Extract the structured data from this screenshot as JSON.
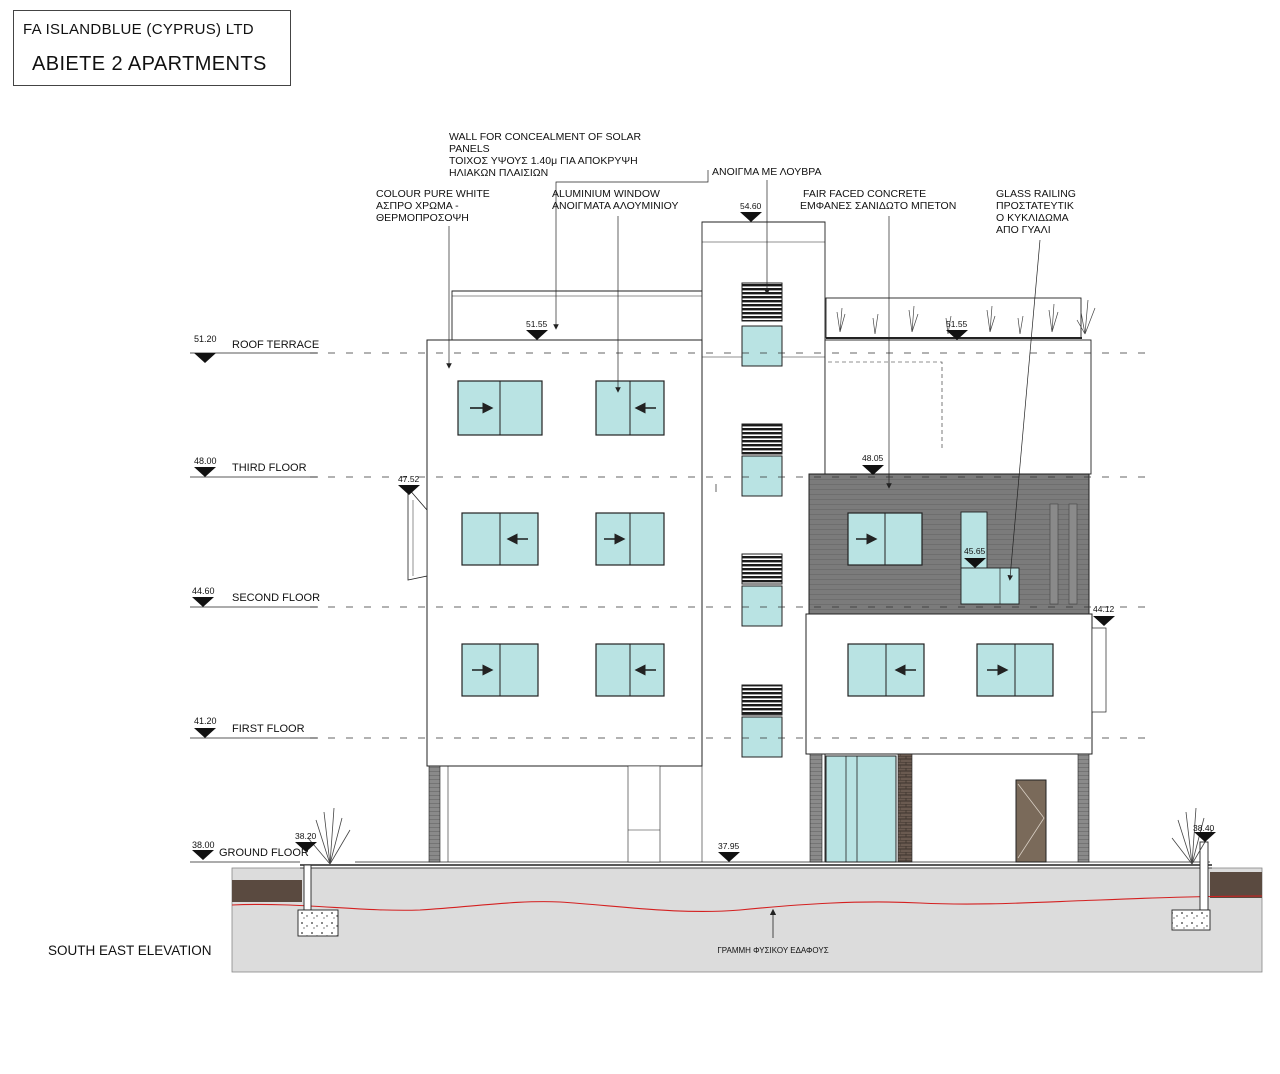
{
  "title_block": {
    "company": "FA ISLANDBLUE (CYPRUS) LTD",
    "project": "ABIETE 2 APARTMENTS"
  },
  "drawing_title": "SOUTH EAST ELEVATION",
  "levels": [
    {
      "key": "roof",
      "value": "51.20",
      "label": "ROOF TERRACE"
    },
    {
      "key": "third",
      "value": "48.00",
      "label": "THIRD FLOOR"
    },
    {
      "key": "second",
      "value": "44.60",
      "label": "SECOND FLOOR"
    },
    {
      "key": "first",
      "value": "41.20",
      "label": "FIRST FLOOR"
    },
    {
      "key": "ground",
      "value": "38.00",
      "label": "GROUND FLOOR"
    }
  ],
  "spot_levels": {
    "top": "54.60",
    "roof_left": "51.55",
    "roof_right": "51.55",
    "balcony_left": "47.52",
    "block_right": "48.05",
    "balcony_right": "45.65",
    "right_step": "44.12",
    "entrance": "37.95",
    "left_planter": "38.20",
    "right_planter": "38.40"
  },
  "annotations": {
    "solar_wall": [
      "WALL FOR CONCEALMENT OF SOLAR",
      "PANELS",
      "ΤΟΙΧΟΣ ΥΨΟΥΣ 1.40μ  ΓΙΑ ΑΠΟΚΡΥΨΗ",
      "ΗΛΙΑΚΩΝ ΠΛΑΙΣΙΩΝ"
    ],
    "louvre": [
      "ΑΝΟΙΓΜΑ ΜΕ ΛΟΥΒΡΑ"
    ],
    "colour": [
      "COLOUR PURE WHITE",
      "ΑΣΠΡΟ ΧΡΩΜΑ -",
      "ΘΕΡΜΟΠΡΟΣΟΨΗ"
    ],
    "window": [
      "ALUMINIUM WINDOW",
      "ΑΝΟΙΓΜΑΤΑ ΑΛΟΥΜΙΝΙΟΥ"
    ],
    "concrete": [
      "FAIR FACED CONCRETE",
      "ΕΜΦΑΝΕΣ ΣΑΝΙΔΩΤΟ ΜΠΕΤΟΝ"
    ],
    "railing": [
      "GLASS RAILING",
      "ΠΡΟΣΤΑΤΕΥΤΙΚ",
      "Ο ΚΥΚΛΙΔΩΜΑ",
      "ΑΠΟ ΓΥΑΛΙ"
    ]
  },
  "natural_ground": "ΓΡΑΜΜΗ ΦΥΣΙΚΟΥ ΕΔΑΦΟΥΣ",
  "colors": {
    "glass": "#b9e3e3",
    "concrete": "#7b7b7b",
    "ground_section": "#dcdcdc",
    "soil": "#5a4a40",
    "door": "#7a6a5a",
    "natural_ground_line": "#d42020",
    "line": "#222222"
  }
}
